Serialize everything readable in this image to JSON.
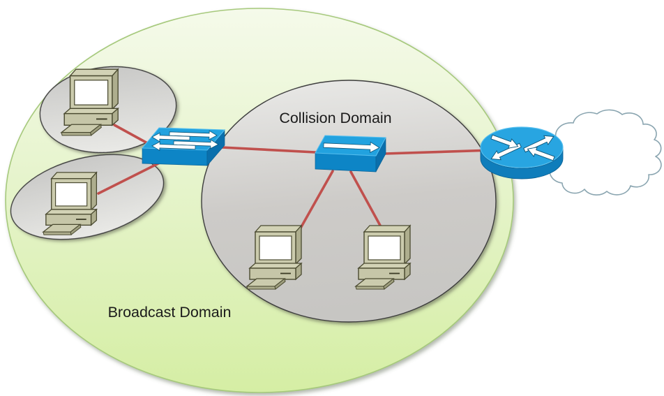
{
  "labels": {
    "broadcast_domain": "Broadcast Domain",
    "collision_domain": "Collision Domain"
  },
  "regions": [
    {
      "name": "broadcast-domain",
      "shape": "ellipse",
      "label": "Broadcast Domain",
      "fill_top": "#F5FAEA",
      "fill_bottom": "#D5EEA4",
      "outline": "#A6C97C"
    },
    {
      "name": "collision-domain-large",
      "shape": "ellipse",
      "label": "Collision Domain",
      "fill_top": "#E9E9E7",
      "fill_bottom": "#C6C5C2",
      "outline": "#3C3C3C"
    },
    {
      "name": "collision-segment-top-left",
      "shape": "ellipse",
      "label": "",
      "fill_top": "#CBCBC9",
      "fill_bottom": "#E9E9E7",
      "outline": "#3C3C3C"
    },
    {
      "name": "collision-segment-left",
      "shape": "ellipse",
      "label": "",
      "fill_top": "#CBCBC9",
      "fill_bottom": "#E9E9E7",
      "outline": "#3C3C3C"
    }
  ],
  "nodes": [
    {
      "name": "pc-1",
      "type": "computer",
      "region": "collision-segment-top-left"
    },
    {
      "name": "pc-2",
      "type": "computer",
      "region": "collision-segment-left"
    },
    {
      "name": "pc-3",
      "type": "computer",
      "region": "collision-domain-large"
    },
    {
      "name": "pc-4",
      "type": "computer",
      "region": "collision-domain-large"
    },
    {
      "name": "switch-1",
      "type": "workgroup-switch",
      "region": "broadcast-domain"
    },
    {
      "name": "hub-1",
      "type": "hub",
      "region": "collision-domain-large"
    },
    {
      "name": "router-1",
      "type": "router",
      "region": "broadcast-domain-edge"
    },
    {
      "name": "cloud-1",
      "type": "wan-cloud",
      "region": "outside"
    }
  ],
  "links": [
    {
      "from": "pc-1",
      "to": "switch-1"
    },
    {
      "from": "pc-2",
      "to": "switch-1"
    },
    {
      "from": "switch-1",
      "to": "hub-1"
    },
    {
      "from": "hub-1",
      "to": "router-1"
    },
    {
      "from": "hub-1",
      "to": "pc-3"
    },
    {
      "from": "hub-1",
      "to": "pc-4"
    }
  ],
  "colors": {
    "link_red": "#C0504D",
    "device_blue_top": "#28A5E1",
    "device_blue_front": "#0D85C6",
    "device_blue_side": "#0A6FAC",
    "pc_beige": "#CBCBAD",
    "pc_beige_shade": "#B0B090",
    "pc_outline": "#4A4A30",
    "cloud_outline": "#8AA5B0",
    "text": "#1b1b1b"
  }
}
